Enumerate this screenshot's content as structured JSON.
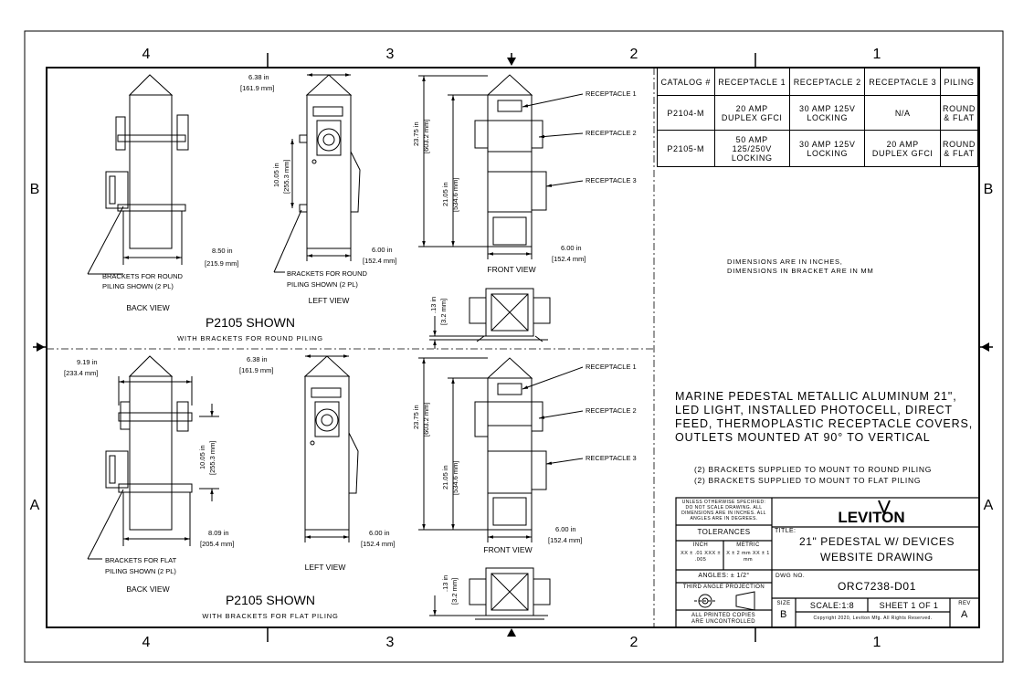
{
  "zones": {
    "top": [
      "4",
      "3",
      "2",
      "1"
    ],
    "bottom": [
      "4",
      "3",
      "2",
      "1"
    ],
    "left": [
      "B",
      "A"
    ],
    "right": [
      "B",
      "A"
    ]
  },
  "views": {
    "top": {
      "back_width": "8.50 in",
      "back_width_mm": "[215.9 mm]",
      "back_note_1": "BRACKETS FOR ROUND",
      "back_note_2": "PILING SHOWN (2 PL)",
      "back_label": "BACK VIEW",
      "left_top_width": "6.38 in",
      "left_top_width_mm": "[161.9 mm]",
      "left_height": "10.05 in",
      "left_height_mm": "[255.3 mm]",
      "left_width": "6.00 in",
      "left_width_mm": "[152.4 mm]",
      "left_note_1": "BRACKETS FOR ROUND",
      "left_note_2": "PILING SHOWN (2 PL)",
      "left_label": "LEFT VIEW",
      "front_overall": "23.75 in",
      "front_overall_mm": "[603.2 mm]",
      "front_body": "21.05 in",
      "front_body_mm": "[534.6 mm]",
      "front_width": "6.00 in",
      "front_width_mm": "[152.4 mm]",
      "front_label": "FRONT VIEW",
      "rec1": "RECEPTACLE 1",
      "rec2": "RECEPTACLE 2",
      "rec3": "RECEPTACLE 3",
      "base": ".13 in",
      "base_mm": "[3.2 mm]",
      "shown": "P2105 SHOWN",
      "shown_sub": "WITH BRACKETS FOR ROUND PILING"
    },
    "bottom": {
      "back_top_width": "9.19 in",
      "back_top_width_mm": "[233.4 mm]",
      "back_height": "10.05 in",
      "back_height_mm": "[255.3 mm]",
      "back_width": "8.09 in",
      "back_width_mm": "[205.4 mm]",
      "back_note_1": "BRACKETS FOR FLAT",
      "back_note_2": "PILING SHOWN (2 PL)",
      "back_label": "BACK VIEW",
      "left_top_width": "6.38 in",
      "left_top_width_mm": "[161.9 mm]",
      "left_width": "6.00 in",
      "left_width_mm": "[152.4 mm]",
      "left_label": "LEFT VIEW",
      "front_overall": "23.75 in",
      "front_overall_mm": "[603.2 mm]",
      "front_body": "21.05 in",
      "front_body_mm": "[534.6 mm]",
      "front_width": "6.00 in",
      "front_width_mm": "[152.4 mm]",
      "front_label": "FRONT VIEW",
      "rec1": "RECEPTACLE 1",
      "rec2": "RECEPTACLE 2",
      "rec3": "RECEPTACLE 3",
      "base": ".13 in",
      "base_mm": "[3.2 mm]",
      "shown": "P2105 SHOWN",
      "shown_sub": "WITH BRACKETS FOR FLAT PILING"
    }
  },
  "catalog_table": {
    "headers": [
      "CATALOG #",
      "RECEPTACLE 1",
      "RECEPTACLE 2",
      "RECEPTACLE 3",
      "PILING"
    ],
    "rows": [
      [
        "P2104-M",
        "20 AMP DUPLEX GFCI",
        "30 AMP 125V LOCKING",
        "N/A",
        "ROUND & FLAT"
      ],
      [
        "P2105-M",
        "50 AMP 125/250V LOCKING",
        "30 AMP 125V LOCKING",
        "20 AMP DUPLEX GFCI",
        "ROUND & FLAT"
      ]
    ]
  },
  "notes": {
    "line1": "DIMENSIONS ARE IN INCHES,",
    "line2": "DIMENSIONS IN BRACKET ARE IN MM"
  },
  "description": "MARINE PEDESTAL METALLIC ALUMINUM 21\", LED LIGHT, INSTALLED PHOTOCELL, DIRECT FEED, THERMOPLASTIC RECEPTACLE COVERS, OUTLETS MOUNTED AT 90° TO VERTICAL",
  "brackets": [
    "(2) BRACKETS SUPPLIED TO MOUNT TO ROUND PILING",
    "(2) BRACKETS SUPPLIED TO MOUNT TO FLAT PILING"
  ],
  "title_block": {
    "unless": "UNLESS OTHERWISE SPECIFIED: DO NOT SCALE DRAWING. ALL DIMENSIONS ARE IN INCHES. ALL ANGLES ARE IN DEGREES.",
    "tolerances": "TOLERANCES",
    "inch": "INCH",
    "metric": "METRIC",
    "inch_tol": "XX  ± .01  XXX ± .005",
    "metric_tol": "X  ± 2 mm  XX  ± 1 mm",
    "angles": "ANGLES: ± 1/2°",
    "projection": "THIRD ANGLE PROJECTION",
    "uncontrolled": "ALL PRINTED COPIES ARE UNCONTROLLED",
    "logo": "LEVITON",
    "title_label": "TITLE:",
    "title_1": "21\" PEDESTAL W/ DEVICES",
    "title_2": "WEBSITE DRAWING",
    "dwg_label": "DWG NO.",
    "dwg_no": "ORC7238-D01",
    "size_label": "SIZE",
    "size": "B",
    "scale": "SCALE:1:8",
    "sheet": "SHEET 1 OF 1",
    "rev_label": "REV",
    "rev": "A",
    "copyright": "Copyright 2020, Leviton Mfg. All Rights Reserved."
  }
}
